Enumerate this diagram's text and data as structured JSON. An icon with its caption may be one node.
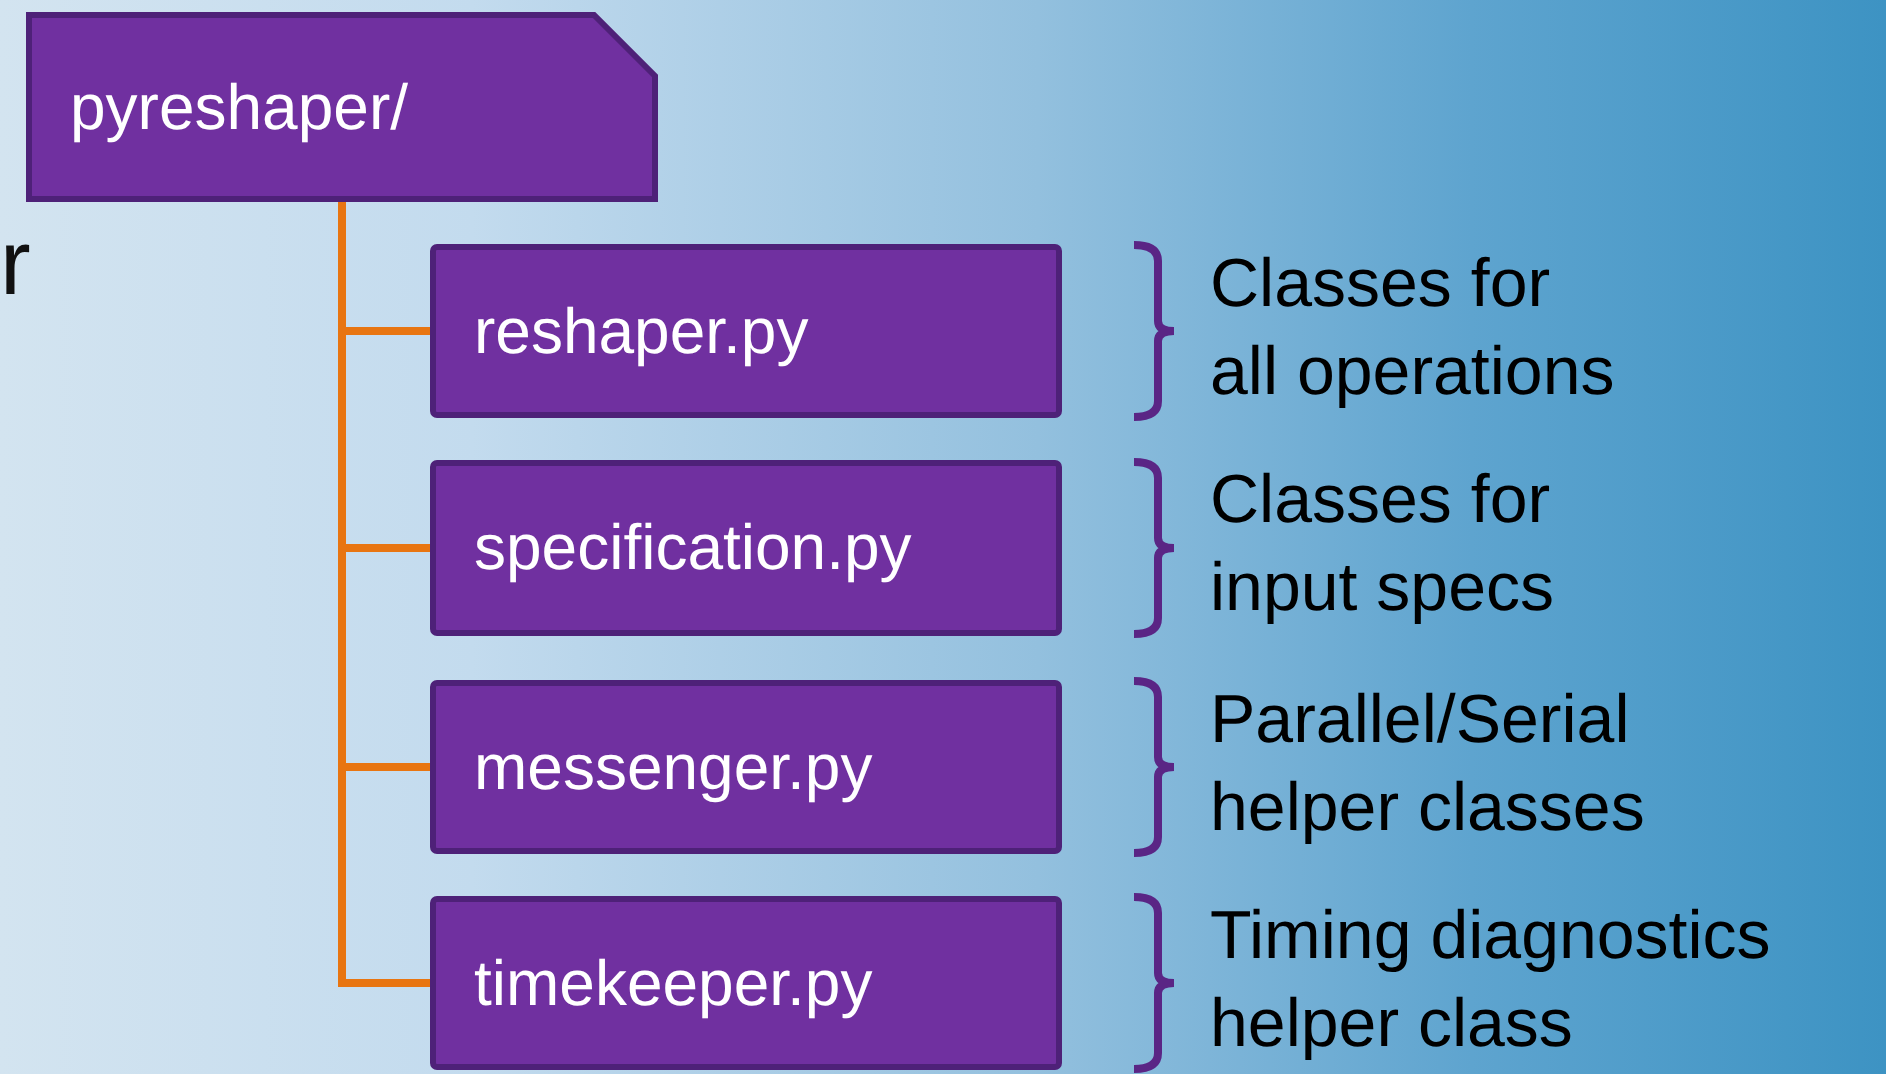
{
  "diagram": {
    "nodes": [
      {
        "text": [
          "pyreshaper/"
        ]
      },
      {
        "text": [
          "reshaper.py"
        ],
        "beside": [
          "Classes for all operations"
        ]
      },
      {
        "text": [
          "specification.py"
        ],
        "beside": [
          "Classes for input specs"
        ]
      },
      {
        "text": [
          "messenger.py"
        ],
        "beside": [
          "Parallel/Serial helper classes"
        ]
      },
      {
        "text": [
          "timekeeper.py"
        ],
        "beside": [
          "Timing diagnostics helper class"
        ]
      }
    ],
    "edges": [
      {
        "from": 0,
        "to": 1,
        "arrow": "none"
      },
      {
        "from": 0,
        "to": 2,
        "arrow": "none"
      },
      {
        "from": 0,
        "to": 3,
        "arrow": "none"
      },
      {
        "from": 0,
        "to": 4,
        "arrow": "none"
      }
    ],
    "labels": [
      "r"
    ]
  }
}
